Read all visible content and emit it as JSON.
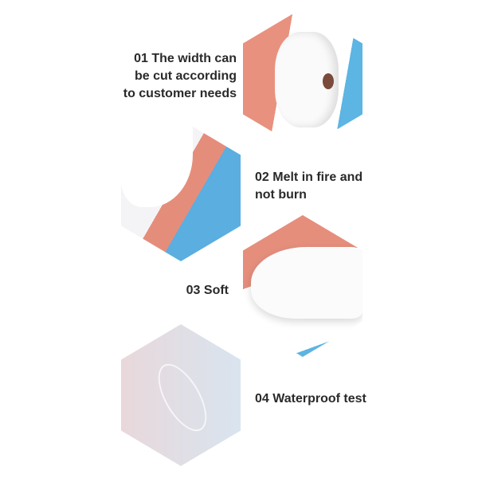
{
  "features": [
    {
      "lines": [
        "01 The width can",
        "be cut according",
        "to customer needs"
      ]
    },
    {
      "lines": [
        "02 Melt in fire and",
        "not burn"
      ]
    },
    {
      "lines": [
        "03 Soft"
      ]
    },
    {
      "lines": [
        "04 Waterproof test"
      ]
    }
  ]
}
